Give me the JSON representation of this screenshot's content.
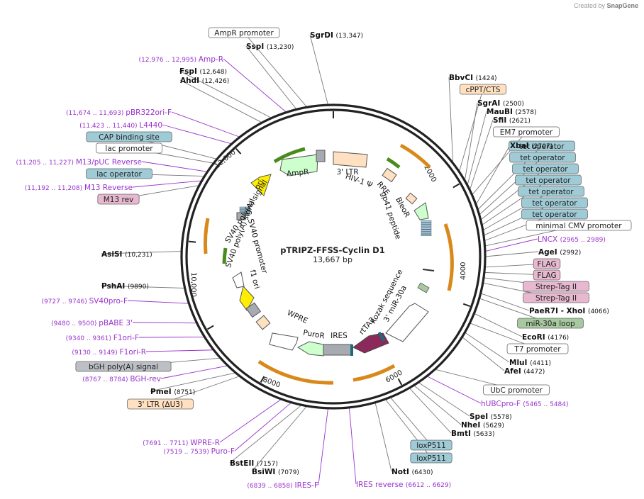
{
  "title": "pTRIPZ-FFSS-Cyclin D1",
  "size": "13,667 bp",
  "credit": {
    "prefix": "Created by",
    "brand": "SnapGene"
  },
  "colors": {
    "ring": "#222222",
    "enzyme_line": "#777777",
    "primer": "#9933cc",
    "primer_text": "#9933cc",
    "feature_yellow": "#ffee00",
    "feature_green": "#ccffcc",
    "feature_orange_box": "#ffe0c0",
    "feature_teal": "#9ecbd6",
    "feature_grey": "#a7aab0",
    "feature_maroon": "#8b2a5a",
    "feature_pink": "#e7b8d0",
    "arrow_green": "#4a8c1c",
    "arrow_orange": "#d9891a"
  },
  "ring_ticks": [
    "2000",
    "4000",
    "6000",
    "8000",
    "10,000",
    "12,000"
  ],
  "labels": [
    {
      "text": "SgrDI",
      "bold": true,
      "pos": "(13,347)"
    },
    {
      "text": "AmpR promoter",
      "style": "box-white"
    },
    {
      "text": "SspI",
      "bold": true,
      "pos": "(13,230)"
    },
    {
      "text": "Amp-R",
      "style": "primer",
      "pos": "(12,976 .. 12,995)"
    },
    {
      "text": "FspI",
      "bold": true,
      "pos": "(12,648)"
    },
    {
      "text": "AhdI",
      "bold": true,
      "pos": "(12,426)"
    },
    {
      "text": "pBR322ori-F",
      "style": "primer",
      "pos": "(11,674 .. 11,693)"
    },
    {
      "text": "L4440",
      "style": "primer",
      "pos": "(11,423 .. 11,440)"
    },
    {
      "text": "CAP binding site",
      "style": "box-teal"
    },
    {
      "text": "lac promoter",
      "style": "box-white"
    },
    {
      "text": "M13/pUC Reverse",
      "style": "primer",
      "pos": "(11,205 .. 11,227)"
    },
    {
      "text": "lac operator",
      "style": "box-teal"
    },
    {
      "text": "M13 Reverse",
      "style": "primer",
      "pos": "(11,192 .. 11,208)"
    },
    {
      "text": "M13 rev",
      "style": "box-pink"
    },
    {
      "text": "AsiSI",
      "bold": true,
      "pos": "(10,231)"
    },
    {
      "text": "PshAI",
      "bold": true,
      "pos": "(9890)"
    },
    {
      "text": "SV40pro-F",
      "style": "primer",
      "pos": "(9727 .. 9746)"
    },
    {
      "text": "pBABE 3'",
      "style": "primer",
      "pos": "(9480 .. 9500)"
    },
    {
      "text": "F1ori-F",
      "style": "primer",
      "pos": "(9340 .. 9361)"
    },
    {
      "text": "F1ori-R",
      "style": "primer",
      "pos": "(9130 .. 9149)"
    },
    {
      "text": "bGH poly(A) signal",
      "style": "box-grey"
    },
    {
      "text": "BGH-rev",
      "style": "primer",
      "pos": "(8767 .. 8784)"
    },
    {
      "text": "PmeI",
      "bold": true,
      "pos": "(8751)"
    },
    {
      "text": "3' LTR (ΔU3)",
      "style": "box-orange"
    },
    {
      "text": "WPRE-R",
      "style": "primer",
      "pos": "(7691 .. 7711)"
    },
    {
      "text": "Puro-F",
      "style": "primer",
      "pos": "(7519 .. 7539)"
    },
    {
      "text": "BstEII",
      "bold": true,
      "pos": "(7157)"
    },
    {
      "text": "BsiWI",
      "bold": true,
      "pos": "(7079)"
    },
    {
      "text": "IRES-F",
      "style": "primer",
      "pos": "(6839 .. 6858)"
    },
    {
      "text": "IRES reverse",
      "style": "primer",
      "pos": "(6612 .. 6629)"
    },
    {
      "text": "NotI",
      "bold": true,
      "pos": "(6430)"
    },
    {
      "text": "loxP511",
      "style": "box-teal"
    },
    {
      "text": "loxP511",
      "style": "box-teal"
    },
    {
      "text": "BmtI",
      "bold": true,
      "pos": "(5633)"
    },
    {
      "text": "NheI",
      "bold": true,
      "pos": "(5629)"
    },
    {
      "text": "SpeI",
      "bold": true,
      "pos": "(5578)"
    },
    {
      "text": "hUBCpro-F",
      "style": "primer",
      "pos": "(5465 .. 5484)"
    },
    {
      "text": "UbC promoter",
      "style": "box-white"
    },
    {
      "text": "AfeI",
      "bold": true,
      "pos": "(4472)"
    },
    {
      "text": "MluI",
      "bold": true,
      "pos": "(4411)"
    },
    {
      "text": "T7 promoter",
      "style": "box-white"
    },
    {
      "text": "EcoRI",
      "bold": true,
      "pos": "(4176)"
    },
    {
      "text": "miR-30a loop",
      "style": "box-green"
    },
    {
      "text": "PaeR7I - XhoI",
      "bold": true,
      "pos": "(4066)"
    },
    {
      "text": "Strep-Tag II",
      "style": "box-pink"
    },
    {
      "text": "Strep-Tag II",
      "style": "box-pink"
    },
    {
      "text": "FLAG",
      "style": "box-pink"
    },
    {
      "text": "FLAG",
      "style": "box-pink"
    },
    {
      "text": "AgeI",
      "bold": true,
      "pos": "(2992)"
    },
    {
      "text": "LNCX",
      "style": "primer",
      "pos": "(2965 .. 2989)"
    },
    {
      "text": "minimal CMV promoter",
      "style": "box-white"
    },
    {
      "text": "tet operator",
      "style": "box-teal"
    },
    {
      "text": "tet operator",
      "style": "box-teal"
    },
    {
      "text": "tet operator",
      "style": "box-teal"
    },
    {
      "text": "tet operator",
      "style": "box-teal"
    },
    {
      "text": "tet operator",
      "style": "box-teal"
    },
    {
      "text": "tet operator",
      "style": "box-teal"
    },
    {
      "text": "tet operator",
      "style": "box-teal"
    },
    {
      "text": "XbaI",
      "bold": true,
      "pos": "(2707)"
    },
    {
      "text": "EM7 promoter",
      "style": "box-white"
    },
    {
      "text": "SfiI",
      "bold": true,
      "pos": "(2621)"
    },
    {
      "text": "MauBI",
      "bold": true,
      "pos": "(2578)"
    },
    {
      "text": "SgrAI",
      "bold": true,
      "pos": "(2500)"
    },
    {
      "text": "cPPT/CTS",
      "style": "box-orange"
    },
    {
      "text": "BbvCI",
      "bold": true,
      "pos": "(1424)"
    }
  ],
  "inner_labels": [
    "3' LTR",
    "HIV-1 Ψ",
    "RRE",
    "BleoR",
    "gp41 peptide",
    "Kozak sequence",
    "3' miR-30a",
    "rtTA3",
    "IRES",
    "PuroR",
    "WPRE",
    "f1 ori",
    "SV40 promoter",
    "SV40 poly(A) signal",
    "SV40 poly(A) signal",
    "AmpR",
    "ori"
  ]
}
